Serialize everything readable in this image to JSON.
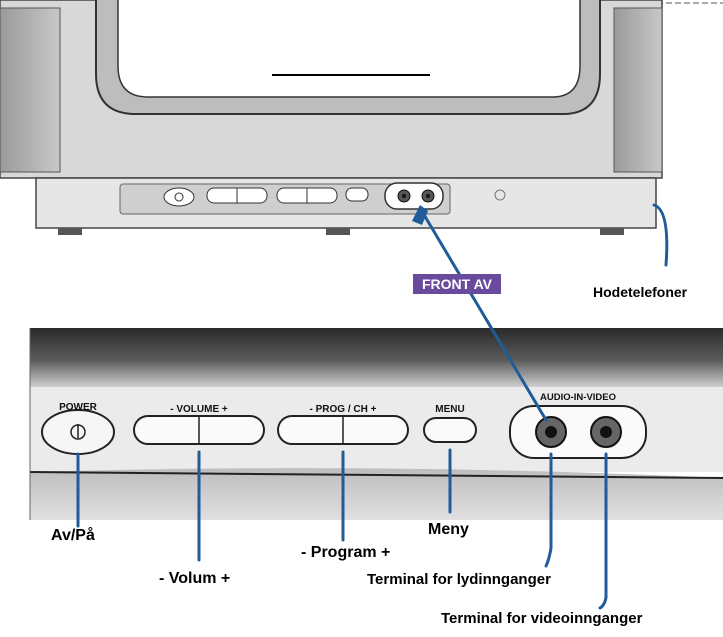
{
  "tv": {
    "badge": "FRONT AV",
    "panel": {
      "power_caption": "POWER",
      "volume_caption": "-  VOLUME  +",
      "prog_caption": "-  PROG / CH  +",
      "menu_caption": "MENU",
      "av_caption": "AUDIO-IN-VIDEO"
    }
  },
  "callouts": {
    "headphones": "Hodetelefoner",
    "power": "Av/På",
    "volume": "- Volum +",
    "program": "- Program +",
    "menu": "Meny",
    "audio_terminal": "Terminal for lydinnganger",
    "video_terminal": "Terminal for videoinnganger"
  },
  "colors": {
    "leader_line": "#1f5c99",
    "badge_bg": "#6a4a9c",
    "panel_gray": "#e4e4e4"
  }
}
